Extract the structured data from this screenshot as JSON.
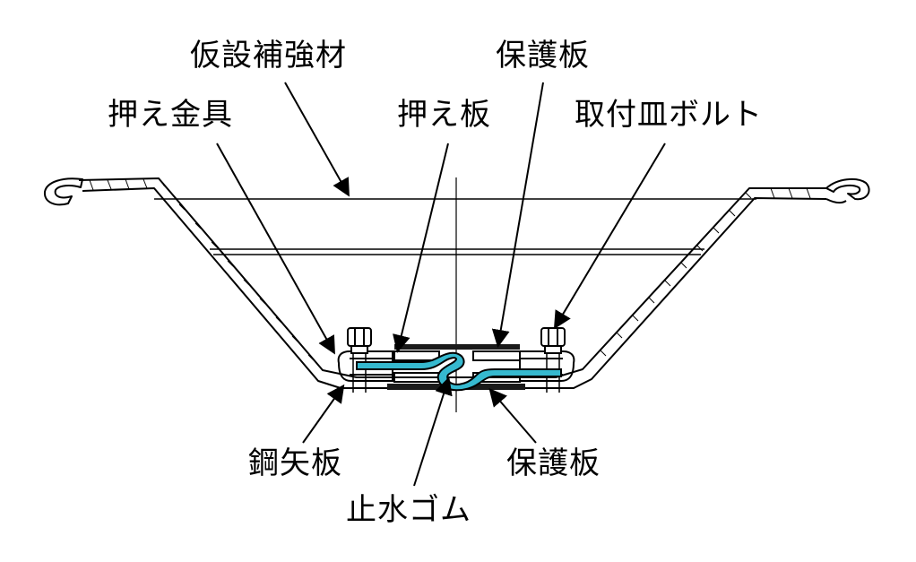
{
  "labels": {
    "kasetsu_hokyouzai": "仮設補強材",
    "hogoban_top": "保護板",
    "osae_kanagu": "押え金具",
    "osae_ita": "押え板",
    "toritsuke_sara_bolt": "取付皿ボルト",
    "kouyaita": "鋼矢板",
    "hogoban_bottom": "保護板",
    "shisui_gomu": "止水ゴム"
  },
  "colors": {
    "line": "#000000",
    "rubber": "#36b9cf",
    "background": "#ffffff"
  }
}
